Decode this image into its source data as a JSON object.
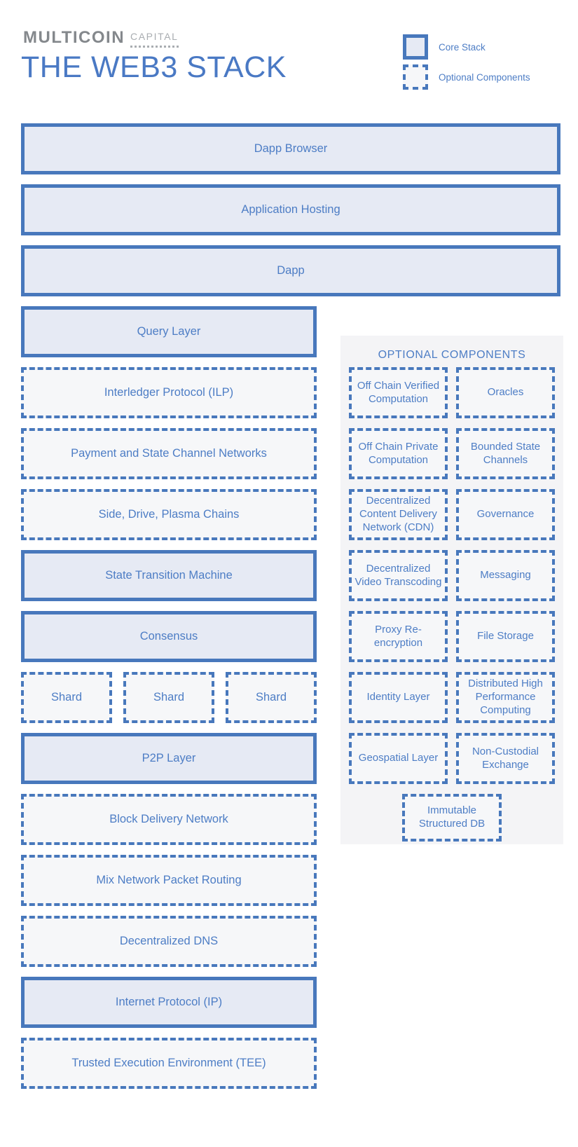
{
  "header": {
    "logo_primary": "MULTICOIN",
    "logo_secondary": "CAPITAL",
    "title": "THE WEB3 STACK"
  },
  "legend": {
    "core_label": "Core Stack",
    "optional_label": "Optional Components"
  },
  "stack": {
    "full": [
      {
        "label": "Dapp Browser",
        "type": "core"
      },
      {
        "label": "Application Hosting",
        "type": "core"
      },
      {
        "label": "Dapp",
        "type": "core"
      }
    ],
    "left": [
      {
        "label": "Query Layer",
        "type": "core"
      },
      {
        "label": "Interledger Protocol (ILP)",
        "type": "optional"
      },
      {
        "label": "Payment and State Channel Networks",
        "type": "optional"
      },
      {
        "label": "Side, Drive, Plasma Chains",
        "type": "optional"
      },
      {
        "label": "State Transition Machine",
        "type": "core"
      },
      {
        "label": "Consensus",
        "type": "core"
      },
      {
        "label": "P2P Layer",
        "type": "core"
      },
      {
        "label": "Block Delivery Network",
        "type": "optional"
      },
      {
        "label": "Mix Network Packet Routing",
        "type": "optional"
      },
      {
        "label": "Decentralized DNS",
        "type": "optional"
      },
      {
        "label": "Internet Protocol (IP)",
        "type": "core"
      },
      {
        "label": "Trusted Execution Environment (TEE)",
        "type": "optional"
      }
    ],
    "shards": [
      "Shard",
      "Shard",
      "Shard"
    ]
  },
  "optional_panel": {
    "title": "OPTIONAL COMPONENTS",
    "items": [
      "Off Chain Verified Computation",
      "Oracles",
      "Off Chain Private Computation",
      "Bounded State Channels",
      "Decentralized Content Delivery Network (CDN)",
      "Governance",
      "Decentralized Video Transcoding",
      "Messaging",
      "Proxy Re-encryption",
      "File Storage",
      "Identity Layer",
      "Distributed High Performance Computing",
      "Geospatial Layer",
      "Non-Custodial Exchange"
    ],
    "footer_item": "Immutable Structured DB"
  },
  "colors": {
    "accent_blue": "#4878bc",
    "text_blue": "#4d7dc5",
    "core_fill": "#e6eaf4",
    "optional_fill": "#f6f7f9",
    "panel_bg": "#f4f4f6",
    "logo_gray": "#84888c",
    "logo_light_gray": "#a9adb1"
  }
}
